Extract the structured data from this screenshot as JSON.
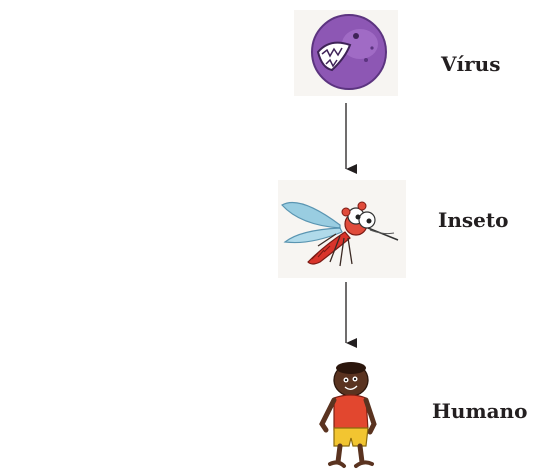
{
  "nodes": [
    {
      "id": "virus",
      "label": "Vírus",
      "icon": "virus-icon"
    },
    {
      "id": "inseto",
      "label": "Inseto",
      "icon": "mosquito-icon"
    },
    {
      "id": "humano",
      "label": "Humano",
      "icon": "boy-icon"
    }
  ],
  "edges": [
    {
      "from": "virus",
      "to": "inseto"
    },
    {
      "from": "inseto",
      "to": "humano"
    }
  ],
  "colors": {
    "virus_fill": "#8d57b4",
    "mosquito_body": "#d9342b",
    "wing": "#8fc9e0",
    "skin": "#5a3320",
    "shirt": "#e2472f",
    "shorts": "#f2c531",
    "arrow": "#231f20",
    "text": "#231f20"
  }
}
